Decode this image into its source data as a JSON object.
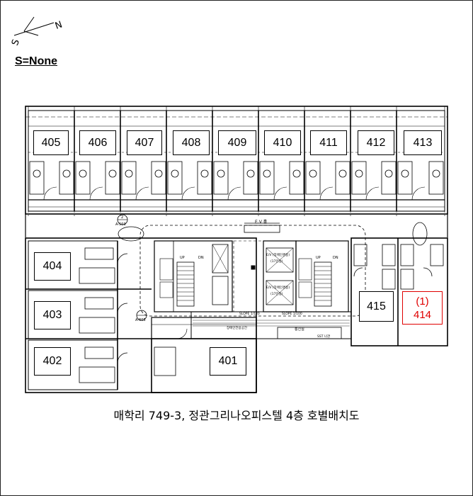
{
  "compass": {
    "s": "S",
    "n": "N"
  },
  "scale_label": "S=None",
  "rooms": [
    {
      "id": "405"
    },
    {
      "id": "406"
    },
    {
      "id": "407"
    },
    {
      "id": "408"
    },
    {
      "id": "409"
    },
    {
      "id": "410"
    },
    {
      "id": "411"
    },
    {
      "id": "412"
    },
    {
      "id": "413"
    },
    {
      "id": "404"
    },
    {
      "id": "403"
    },
    {
      "id": "402"
    },
    {
      "id": "401"
    },
    {
      "id": "415"
    },
    {
      "id": "414",
      "note": "(1)",
      "highlight": "#e00000"
    }
  ],
  "plan_labels": {
    "ev_hall": "E.V 홀",
    "ref_2": "2",
    "ref_a503": "A-503",
    "ref_a605": "A-605",
    "up": "UP",
    "dn": "DN",
    "ev_1": "E/V (장애인겸용)",
    "ev_1_cap": "(17인승)",
    "ev_2": "E/V (장애인겸용)",
    "ev_2_cap": "(17인승)",
    "slope_1": "SLOPE 1/120",
    "slope_2": "SLOPE 1/100",
    "shaft": "통신실",
    "disabled_parking": "장애인전용공간",
    "sst_room": "SST 나관"
  },
  "caption": "매학리 749-3, 정관그리나오피스텔 4층 호별배치도"
}
